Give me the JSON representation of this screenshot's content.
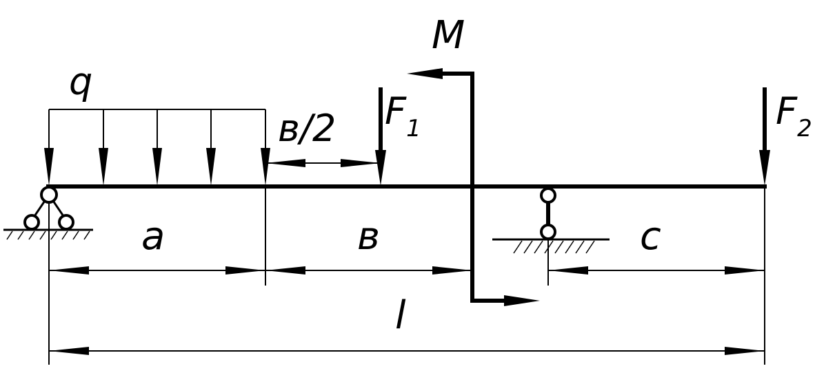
{
  "labels": {
    "q": "q",
    "F1_base": "F",
    "F1_sub": "1",
    "F2_base": "F",
    "F2_sub": "2",
    "M": "M",
    "b_half": "в/2",
    "a": "a",
    "b": "в",
    "c": "c",
    "l": "l"
  }
}
